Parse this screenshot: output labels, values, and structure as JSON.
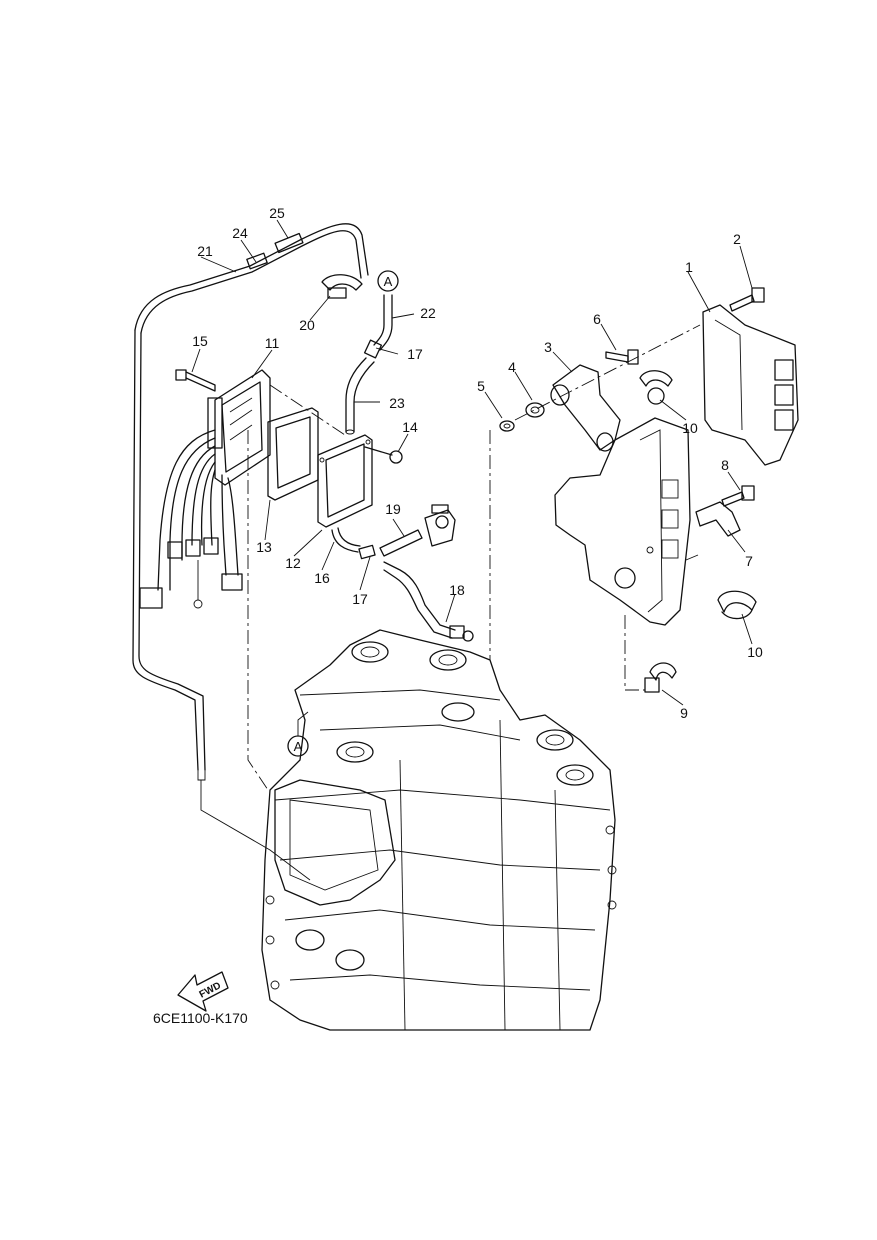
{
  "diagram_code": "6CE1100-K170",
  "direction_label": "FWD",
  "reference_mark": "A",
  "callouts": [
    "1",
    "2",
    "3",
    "4",
    "5",
    "6",
    "7",
    "8",
    "9",
    "10",
    "10",
    "11",
    "12",
    "13",
    "14",
    "15",
    "16",
    "17",
    "17",
    "18",
    "19",
    "20",
    "21",
    "22",
    "23",
    "24",
    "25"
  ]
}
